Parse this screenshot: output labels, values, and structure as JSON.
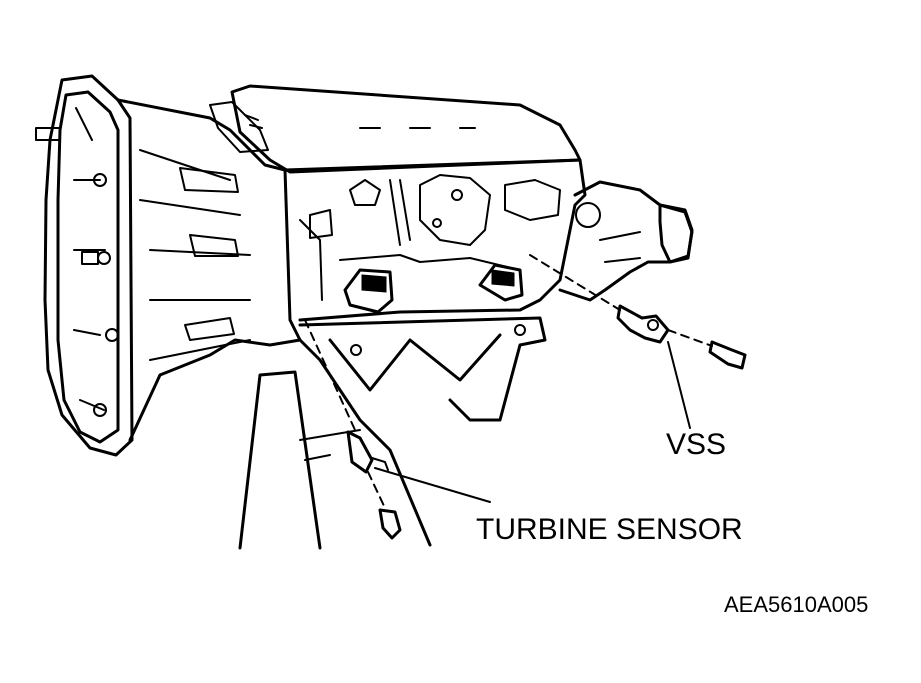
{
  "labels": {
    "vss": "VSS",
    "turbine_sensor": "TURBINE SENSOR",
    "figure_code": "AEA5610A005"
  },
  "colors": {
    "background": "#ffffff",
    "ink": "#000000"
  }
}
